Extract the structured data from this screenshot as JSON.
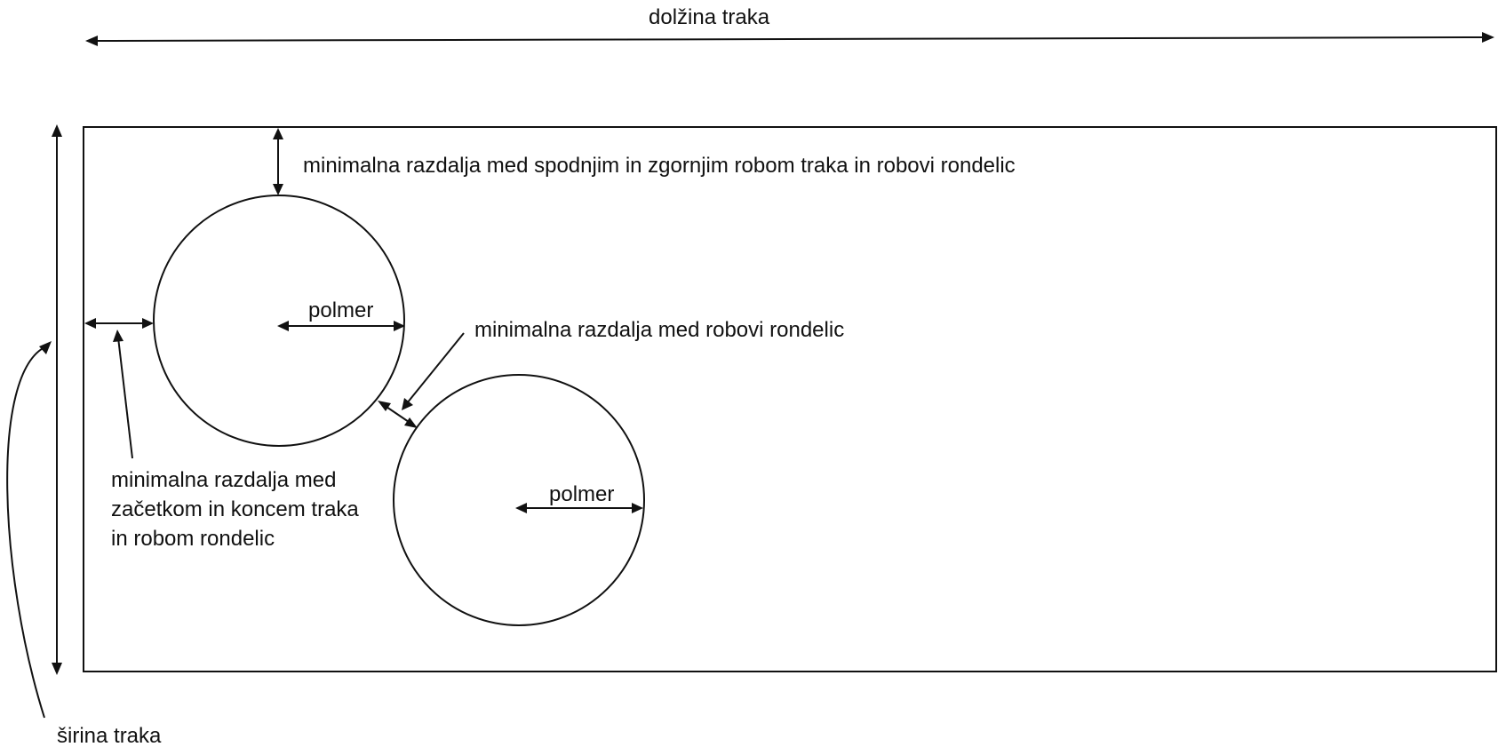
{
  "diagram": {
    "labels": {
      "strip_length": "dolžina traka",
      "strip_width": "širina traka",
      "min_edge_top_bottom": "minimalna razdalja med spodnjim in zgornjim robom traka in robovi rondelic",
      "min_between_discs": "minimalna razdalja med robovi rondelic",
      "min_start_end_line1": "minimalna razdalja med",
      "min_start_end_line2": "začetkom in koncem traka",
      "min_start_end_line3": "in robom rondelic",
      "radius_1": "polmer",
      "radius_2": "polmer"
    },
    "colors": {
      "stroke": "#111111",
      "background": "#ffffff"
    }
  }
}
